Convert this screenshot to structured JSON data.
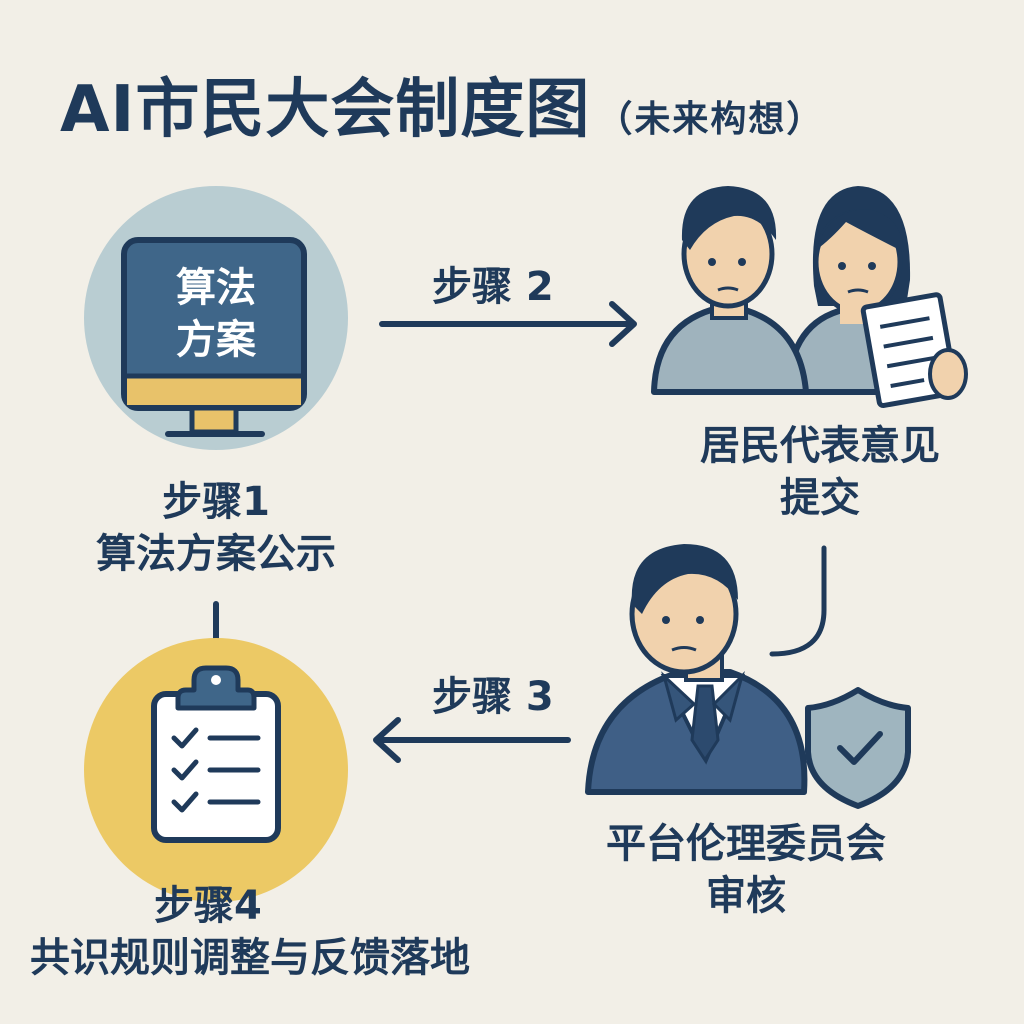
{
  "title": "AI市民大会制度图",
  "subtitle": "（未来构想）",
  "screen_text": [
    "算法",
    "方案"
  ],
  "steps": {
    "step1": {
      "label": "步骤1",
      "desc": "算法方案公示"
    },
    "step2": {
      "label": "步骤 2",
      "desc": [
        "居民代表意见",
        "提交"
      ]
    },
    "step3": {
      "label": "步骤 3",
      "desc": [
        "平台伦理委员会",
        "审核"
      ]
    },
    "step4": {
      "label": "步骤4",
      "desc": "共识规则调整与反馈落地"
    }
  },
  "icons": {
    "step1": "monitor-icon",
    "step2": "people-with-document-icon",
    "step3": "official-with-shield-icon",
    "step4": "checklist-clipboard-icon"
  },
  "colors": {
    "background": "#f2efe7",
    "navy": "#1f3a5a",
    "step1_circle": "#b9cdd2",
    "step4_circle": "#ecc965",
    "screen": "#3f6689",
    "stand": "#e8c26a",
    "person_shirt": "#9fb3bd",
    "skin": "#f1d2ad",
    "suit": "#3f5f86",
    "shield": "#9fb5bf"
  }
}
